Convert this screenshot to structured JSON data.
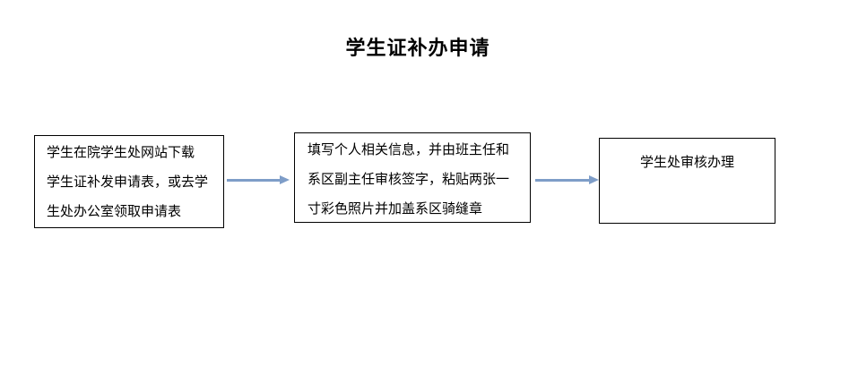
{
  "title": "学生证补办申请",
  "colors": {
    "arrow": "#7e9dc8",
    "border": "#000000",
    "text": "#000000"
  },
  "flowchart": {
    "steps": [
      {
        "name": "step-1",
        "text": "学生在院学生处网站下载\n学生证补发申请表，或去学\n生处办公室领取申请表"
      },
      {
        "name": "step-2",
        "text": "填写个人相关信息，并由班主任和\n系区副主任审核签字，粘贴两张一\n寸彩色照片并加盖系区骑缝章"
      },
      {
        "name": "step-3",
        "text": "学生处审核办理"
      }
    ],
    "connectors": [
      {
        "from": "step-1",
        "to": "step-2",
        "direction": "right"
      },
      {
        "from": "step-2",
        "to": "step-3",
        "direction": "right"
      }
    ]
  }
}
